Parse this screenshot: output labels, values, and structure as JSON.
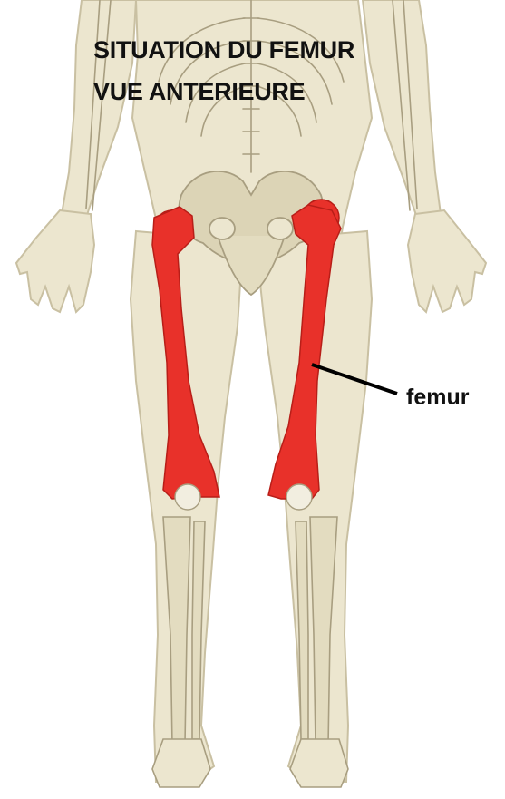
{
  "title": {
    "line1": "SITUATION DU FEMUR",
    "line2": "VUE ANTERIEURE"
  },
  "labels": {
    "femur": "femur"
  },
  "colors": {
    "skin": "#ece6cf",
    "skin_outline": "#c9c0a2",
    "bone": "#dcd4b6",
    "bone_outline": "#a89e80",
    "femur_highlight": "#e8312a",
    "leader_line": "#000000"
  }
}
